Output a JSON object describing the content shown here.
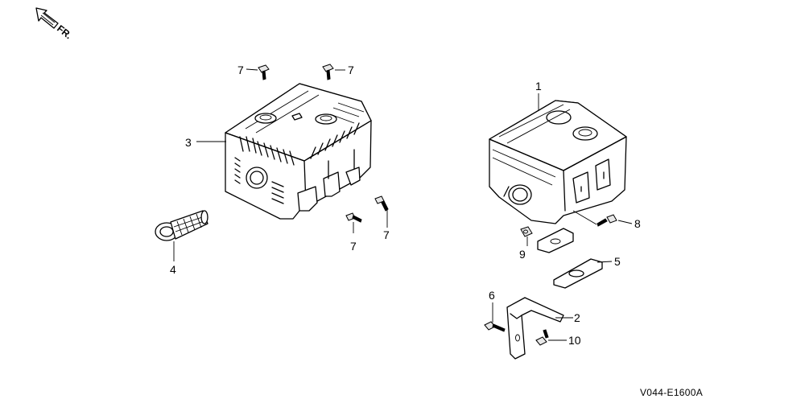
{
  "orientation": {
    "label": "FR.",
    "icon": "front-direction-arrow-icon"
  },
  "diagram_code": "V044-E1600A",
  "callouts": {
    "c1": "1",
    "c2": "2",
    "c3": "3",
    "c4": "4",
    "c5": "5",
    "c6": "6",
    "c7a": "7",
    "c7b": "7",
    "c7c": "7",
    "c7d": "7",
    "c8": "8",
    "c9": "9",
    "c10": "10"
  }
}
